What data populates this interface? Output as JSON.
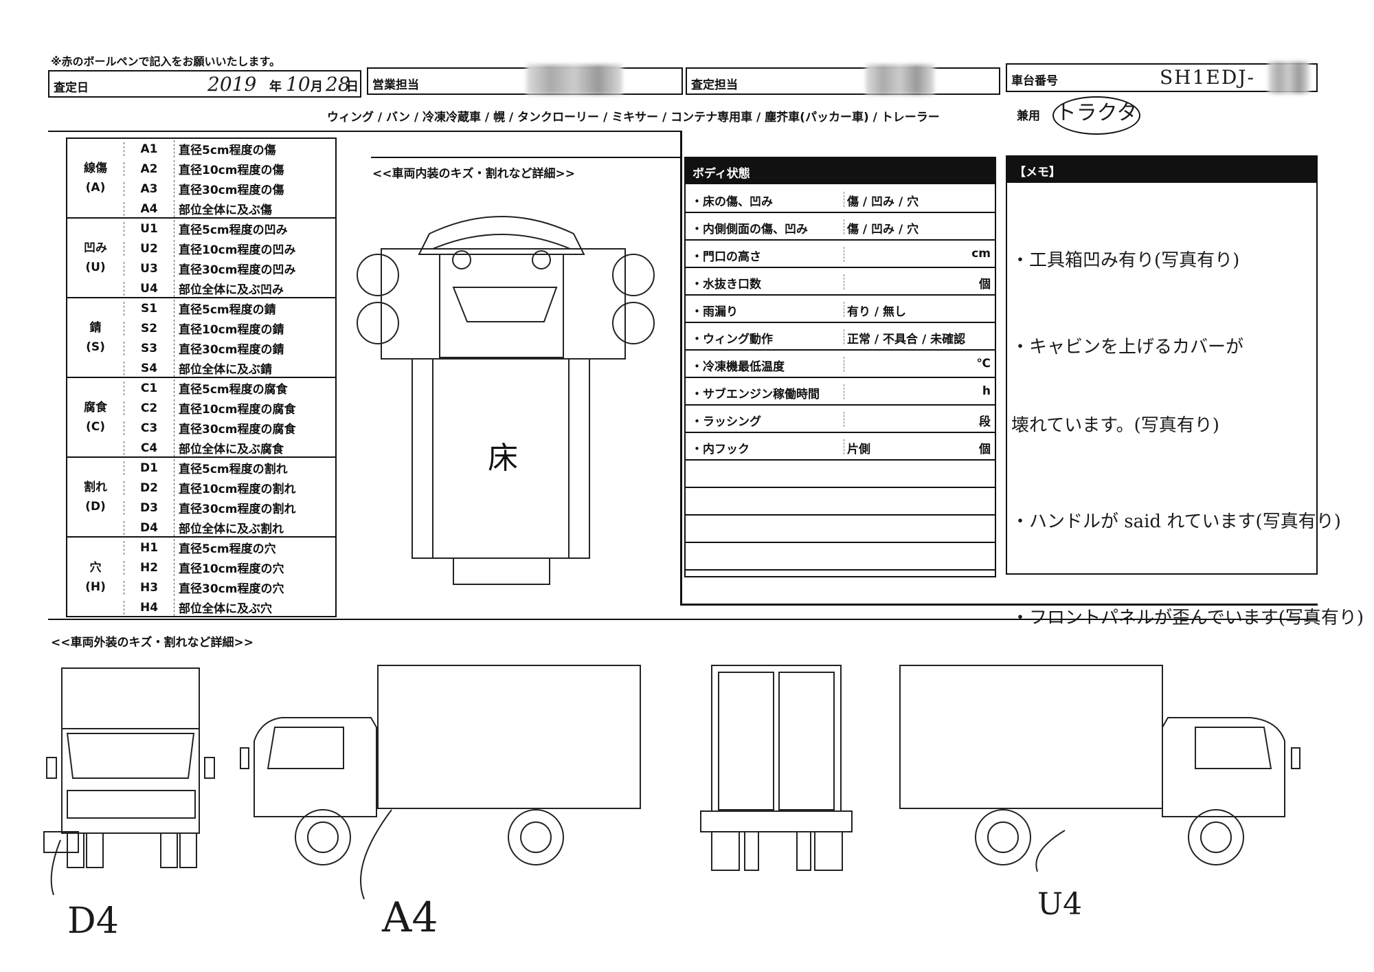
{
  "notice": "※赤のボールペンで記入をお願いいたします。",
  "header": {
    "date_label": "査定日",
    "date_year": "2019",
    "date_year_unit": "年",
    "date_month": "10",
    "date_month_unit": "月",
    "date_day": "28",
    "date_day_unit": "日",
    "sales_label": "営業担当",
    "appraiser_label": "査定担当",
    "chassis_label": "車台番号",
    "chassis_value": "SH1EDJ-"
  },
  "body_types": {
    "list": "ウィング / バン / 冷凍冷蔵車 / 幌 / タンクローリー / ミキサー / コンテナ専用車 / 塵芥車(パッカー車) / トレーラー",
    "other_label": "兼用",
    "other_value": "トラクタ"
  },
  "damage_codes": [
    {
      "name": "線傷",
      "abbr": "(A)",
      "rows": [
        {
          "code": "A1",
          "desc": "直径5cm程度の傷"
        },
        {
          "code": "A2",
          "desc": "直径10cm程度の傷"
        },
        {
          "code": "A3",
          "desc": "直径30cm程度の傷"
        },
        {
          "code": "A4",
          "desc": "部位全体に及ぶ傷"
        }
      ]
    },
    {
      "name": "凹み",
      "abbr": "(U)",
      "rows": [
        {
          "code": "U1",
          "desc": "直径5cm程度の凹み"
        },
        {
          "code": "U2",
          "desc": "直径10cm程度の凹み"
        },
        {
          "code": "U3",
          "desc": "直径30cm程度の凹み"
        },
        {
          "code": "U4",
          "desc": "部位全体に及ぶ凹み"
        }
      ]
    },
    {
      "name": "錆",
      "abbr": "(S)",
      "rows": [
        {
          "code": "S1",
          "desc": "直径5cm程度の錆"
        },
        {
          "code": "S2",
          "desc": "直径10cm程度の錆"
        },
        {
          "code": "S3",
          "desc": "直径30cm程度の錆"
        },
        {
          "code": "S4",
          "desc": "部位全体に及ぶ錆"
        }
      ]
    },
    {
      "name": "腐食",
      "abbr": "(C)",
      "rows": [
        {
          "code": "C1",
          "desc": "直径5cm程度の腐食"
        },
        {
          "code": "C2",
          "desc": "直径10cm程度の腐食"
        },
        {
          "code": "C3",
          "desc": "直径30cm程度の腐食"
        },
        {
          "code": "C4",
          "desc": "部位全体に及ぶ腐食"
        }
      ]
    },
    {
      "name": "割れ",
      "abbr": "(D)",
      "rows": [
        {
          "code": "D1",
          "desc": "直径5cm程度の割れ"
        },
        {
          "code": "D2",
          "desc": "直径10cm程度の割れ"
        },
        {
          "code": "D3",
          "desc": "直径30cm程度の割れ"
        },
        {
          "code": "D4",
          "desc": "部位全体に及ぶ割れ"
        }
      ]
    },
    {
      "name": "穴",
      "abbr": "(H)",
      "rows": [
        {
          "code": "H1",
          "desc": "直径5cm程度の穴"
        },
        {
          "code": "H2",
          "desc": "直径10cm程度の穴"
        },
        {
          "code": "H3",
          "desc": "直径30cm程度の穴"
        },
        {
          "code": "H4",
          "desc": "部位全体に及ぶ穴"
        }
      ]
    }
  ],
  "interior": {
    "title": "<<車両内装のキズ・割れなど詳細>>",
    "floor_label": "床"
  },
  "body_state": {
    "title": "ボディ状態",
    "rows": [
      {
        "label": "・床の傷、凹み",
        "options": "傷 / 凹み / 穴",
        "unit": ""
      },
      {
        "label": "・内側側面の傷、凹み",
        "options": "傷 / 凹み / 穴",
        "unit": ""
      },
      {
        "label": "・門口の高さ",
        "options": "",
        "unit": "cm"
      },
      {
        "label": "・水抜き口数",
        "options": "",
        "unit": "個"
      },
      {
        "label": "・雨漏り",
        "options": "有り / 無し",
        "unit": ""
      },
      {
        "label": "・ウィング動作",
        "options": "正常 / 不具合 / 未確認",
        "unit": ""
      },
      {
        "label": "・冷凍機最低温度",
        "options": "",
        "unit": "℃"
      },
      {
        "label": "・サブエンジン稼働時間",
        "options": "",
        "unit": "h"
      },
      {
        "label": "・ラッシング",
        "options": "",
        "unit": "段"
      },
      {
        "label": "・内フック",
        "options": "片側",
        "unit": "個"
      }
    ]
  },
  "memo": {
    "title": "【メモ】",
    "lines": [
      "・工具箱凹み有り(写真有り)",
      "・キャビンを上げるカバーが",
      "壊れています。(写真有り)",
      "・ハンドルが said れています(写真有り)",
      "・フロントパネルが歪んでいます(写真有り)"
    ]
  },
  "exterior": {
    "title": "<<車両外装のキズ・割れなど詳細>>",
    "marks": [
      "D4",
      "A4",
      "U4"
    ]
  }
}
